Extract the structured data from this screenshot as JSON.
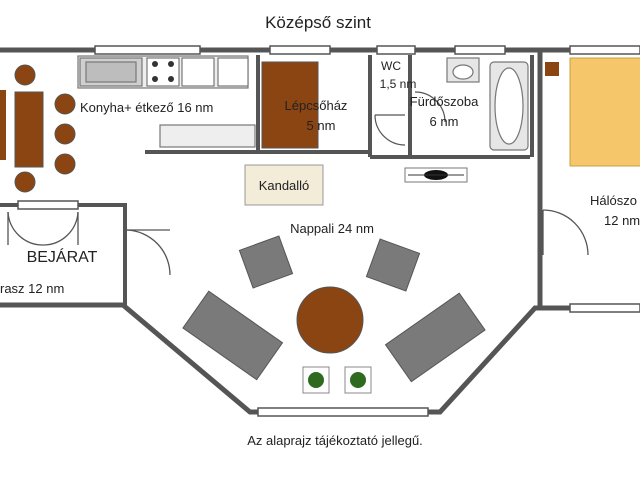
{
  "title": "Középső szint",
  "footer_note": "Az alaprajz tájékoztató jellegű.",
  "rooms": {
    "kitchen": "Konyha+ étkező 16 nm",
    "stairs_name": "Lépcsőház",
    "stairs_area": "5 nm",
    "wc_name": "WC",
    "wc_area": "1,5 nm",
    "bath_name": "Fürdőszoba",
    "bath_area": "6 nm",
    "bedroom_name": "Hálószo",
    "bedroom_area": "12 nm",
    "fireplace": "Kandalló",
    "living": "Nappali 24 nm",
    "entrance": "BEJÁRAT",
    "terrace": "rasz 12 nm"
  },
  "colors": {
    "wall": "#555555",
    "furniture_dark": "#8B4513",
    "furniture_gray": "#7a7a7a",
    "bed": "#F5C66A",
    "fixture": "#cfcfcf",
    "window": "#ffffff"
  }
}
